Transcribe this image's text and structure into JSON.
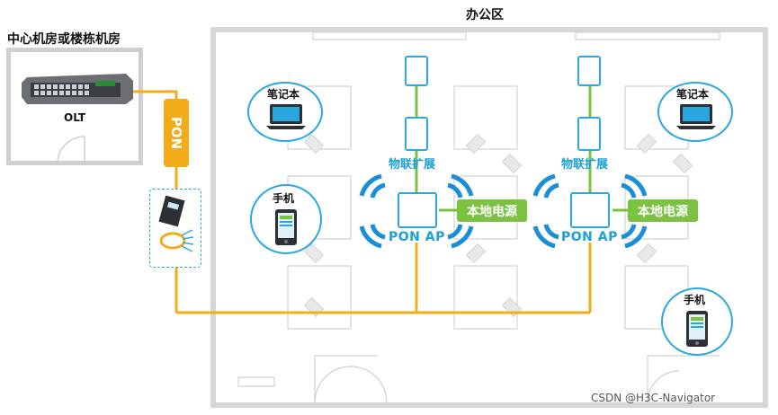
{
  "diagram": {
    "title_office": "办公区",
    "title_room": "中心机房或楼栋机房",
    "olt_label": "OLT",
    "pon_label": "PON",
    "laptop_label": "笔记本",
    "phone_label": "手机",
    "iot_label": "物联扩展",
    "power_label": "本地电源",
    "ap_label": "PON AP",
    "watermark": "CSDN @H3C-Navigator",
    "colors": {
      "fiber": "#f2ac1a",
      "power": "#7cc242",
      "accent": "#29a8e0"
    }
  }
}
